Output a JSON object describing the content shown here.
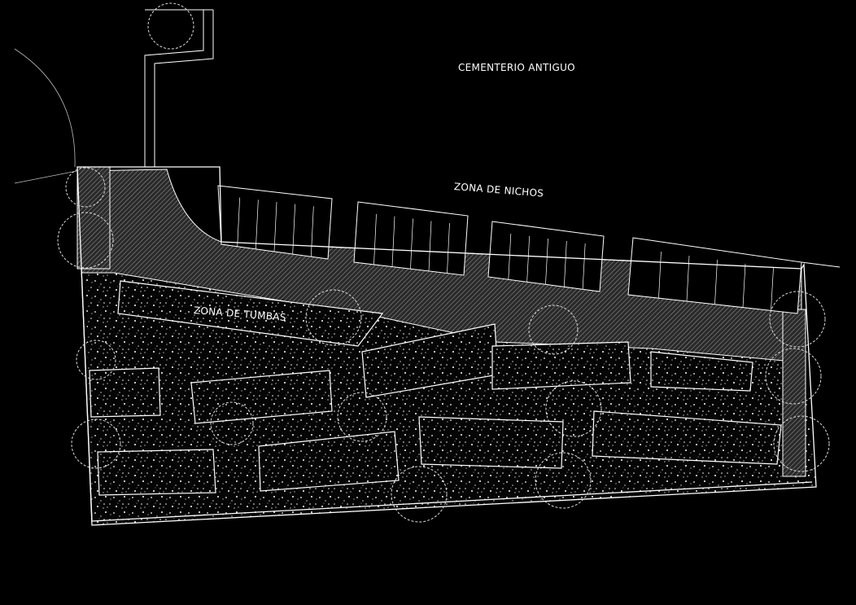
{
  "labels": {
    "old_cemetery": "CEMENTERIO ANTIGUO",
    "niches_zone": "ZONA DE NICHOS",
    "graves_zone": "ZONA DE TUMBAS"
  },
  "colors": {
    "background": "#000000",
    "lines": "#ffffff",
    "hatch": "#8a8a8a"
  }
}
